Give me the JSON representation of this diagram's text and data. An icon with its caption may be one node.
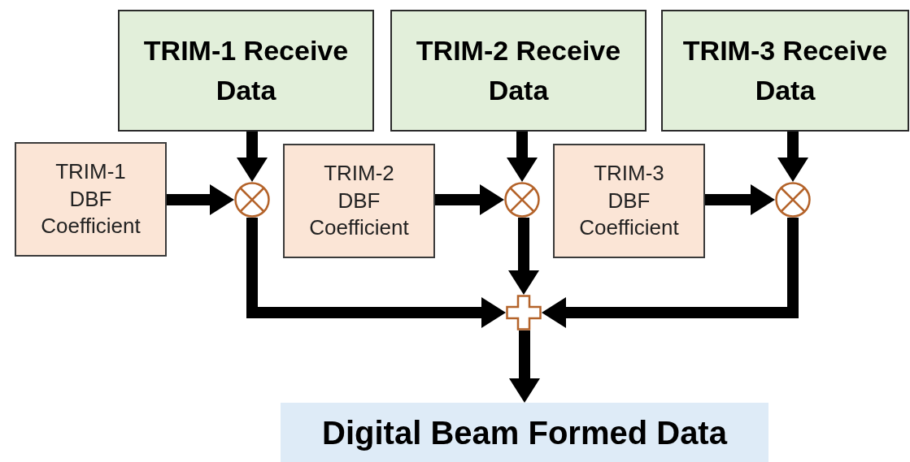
{
  "diagram": {
    "nodes": [
      {
        "text": [
          "TRIM-1 Receive Data"
        ]
      },
      {
        "text": [
          "TRIM-2 Receive Data"
        ]
      },
      {
        "text": [
          "TRIM-3 Receive Data"
        ]
      },
      {
        "text": [
          "TRIM-1 DBF Coefficient"
        ]
      },
      {
        "text": [],
        "shape": "circle"
      },
      {
        "text": [
          "TRIM-2 DBF Coefficient"
        ]
      },
      {
        "text": [],
        "shape": "circle"
      },
      {
        "text": [
          "TRIM-3 DBF Coefficient"
        ]
      },
      {
        "text": [],
        "shape": "circle"
      },
      {
        "text": [],
        "shape": "plus"
      },
      {
        "text": [
          "Digital Beam Formed Data"
        ]
      }
    ],
    "edges": [
      {
        "from": 0,
        "to": 4,
        "arrow": "to"
      },
      {
        "from": 3,
        "to": 4,
        "arrow": "to"
      },
      {
        "from": 1,
        "to": 6,
        "arrow": "to"
      },
      {
        "from": 5,
        "to": 6,
        "arrow": "to"
      },
      {
        "from": 2,
        "to": 8,
        "arrow": "to"
      },
      {
        "from": 7,
        "to": 8,
        "arrow": "to"
      },
      {
        "from": 4,
        "to": 9,
        "arrow": "to"
      },
      {
        "from": 6,
        "to": 9,
        "arrow": "to"
      },
      {
        "from": 8,
        "to": 9,
        "arrow": "to"
      },
      {
        "from": 9,
        "to": 10,
        "arrow": "to"
      }
    ]
  }
}
